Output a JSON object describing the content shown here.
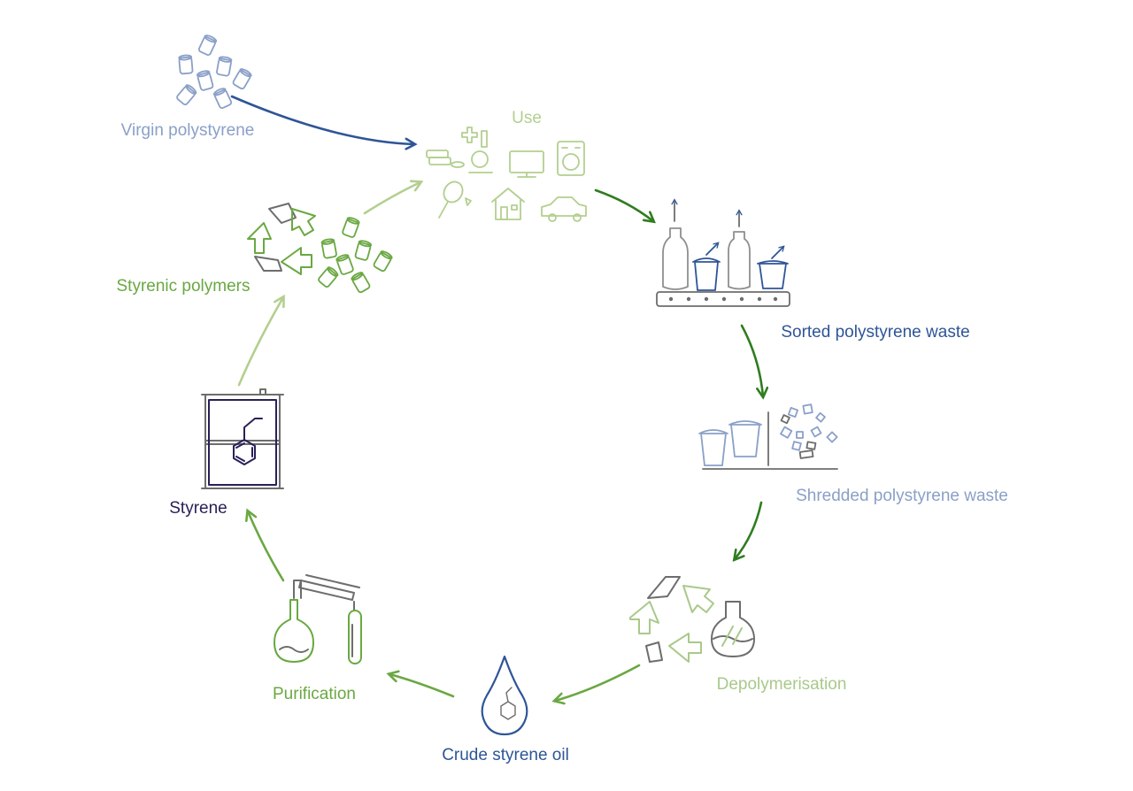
{
  "diagram": {
    "nodes": {
      "virgin": {
        "label": "Virgin polystyrene",
        "color": "#8aa0c8"
      },
      "use": {
        "label": "Use",
        "color": "#b3cf8f"
      },
      "sorted": {
        "label": "Sorted polystyrene waste",
        "color": "#2e5597"
      },
      "shredded": {
        "label": "Shredded polystyrene waste",
        "color": "#8aa0c8"
      },
      "depoly": {
        "label": "Depolymerisation",
        "color": "#a9c98a"
      },
      "crude": {
        "label": "Crude styrene oil",
        "color": "#2e5597"
      },
      "purification": {
        "label": "Purification",
        "color": "#6aa842"
      },
      "styrene": {
        "label": "Styrene",
        "color": "#2a2058"
      },
      "polymers": {
        "label": "Styrenic polymers",
        "color": "#6aa842"
      }
    },
    "colors": {
      "dark_blue": "#2e5597",
      "light_blue": "#8aa0c8",
      "dark_green": "#2f7d1f",
      "mid_green": "#6aa842",
      "light_green": "#b3cf8f",
      "gray": "#6d6d6d",
      "navy": "#2a2058"
    },
    "icons": [
      "pellets-icon",
      "use-products-icon",
      "conveyor-belt-icon",
      "shredder-icon",
      "recycle-flask-icon",
      "oil-drop-icon",
      "distillation-icon",
      "styrene-barrel-icon",
      "recycle-pellets-icon"
    ]
  }
}
